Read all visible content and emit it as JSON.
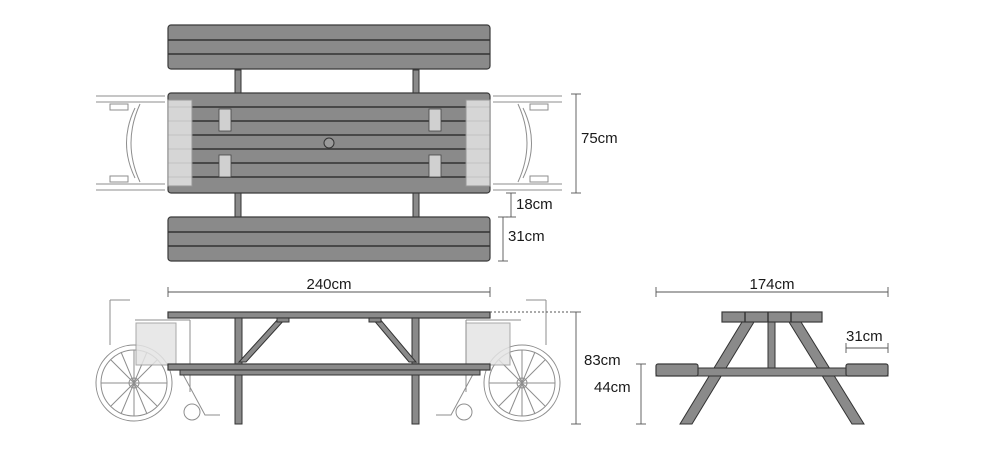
{
  "dimensions": {
    "table_length": "240cm",
    "table_depth": "75cm",
    "bench_gap": "18cm",
    "bench_depth": "31cm",
    "overall_width": "174cm",
    "table_height": "83cm",
    "seat_height": "44cm",
    "side_bench_depth": "31cm"
  },
  "colors": {
    "wood": "#8a8a8a",
    "outline": "#333333",
    "wheelchair": "#8e8e8e"
  }
}
